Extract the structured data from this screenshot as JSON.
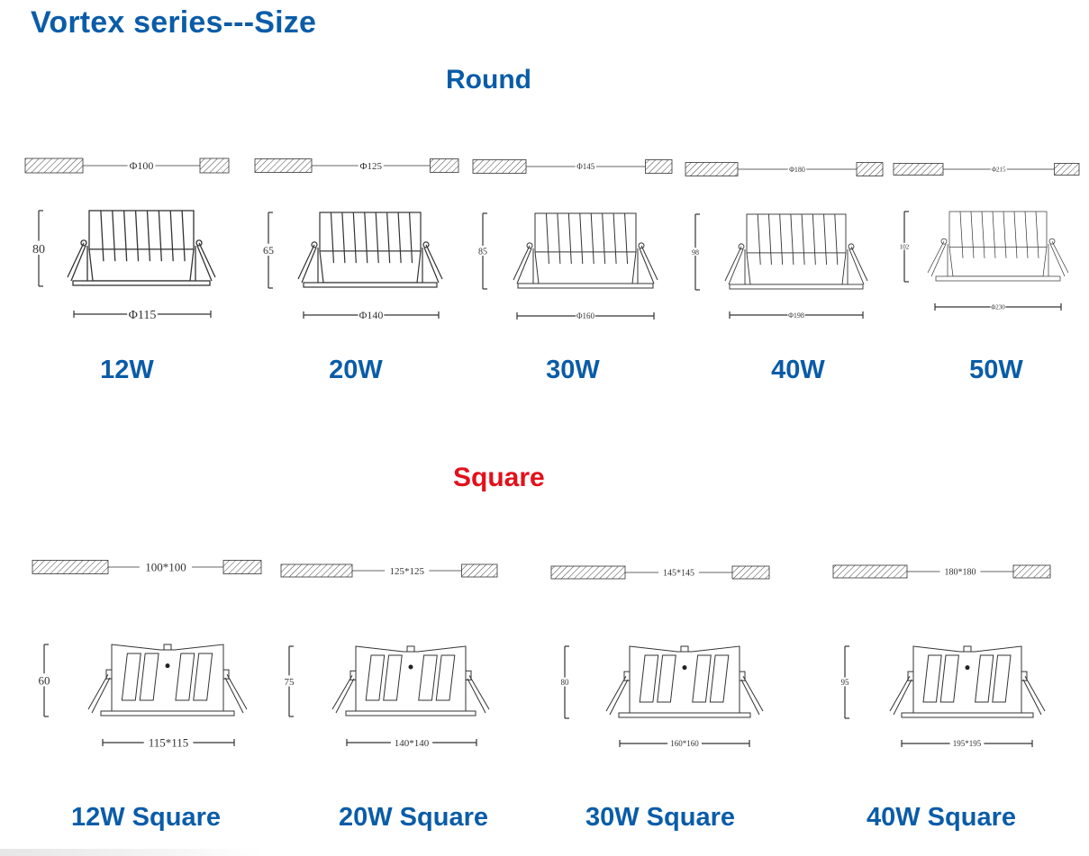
{
  "title": "Vortex series---Size",
  "colors": {
    "title": "#0a5ca8",
    "label": "#0a5ca8",
    "square_heading": "#e3101a",
    "line": "#333333"
  },
  "round": {
    "heading": "Round",
    "items": [
      {
        "label": "12W",
        "cutout": "Φ100",
        "height": "80",
        "diameter": "Φ115"
      },
      {
        "label": "20W",
        "cutout": "Φ125",
        "height": "65",
        "diameter": "Φ140"
      },
      {
        "label": "30W",
        "cutout": "Φ145",
        "height": "85",
        "diameter": "Φ160"
      },
      {
        "label": "40W",
        "cutout": "Φ180",
        "height": "98",
        "diameter": "Φ198"
      },
      {
        "label": "50W",
        "cutout": "Φ215",
        "height": "102",
        "diameter": "Φ230"
      }
    ]
  },
  "square": {
    "heading": "Square",
    "items": [
      {
        "label": "12W Square",
        "cutout": "100*100",
        "height": "60",
        "size": "115*115"
      },
      {
        "label": "20W Square",
        "cutout": "125*125",
        "height": "75",
        "size": "140*140"
      },
      {
        "label": "30W Square",
        "cutout": "145*145",
        "height": "80",
        "size": "160*160"
      },
      {
        "label": "40W Square",
        "cutout": "180*180",
        "height": "95",
        "size": "195*195"
      }
    ]
  }
}
